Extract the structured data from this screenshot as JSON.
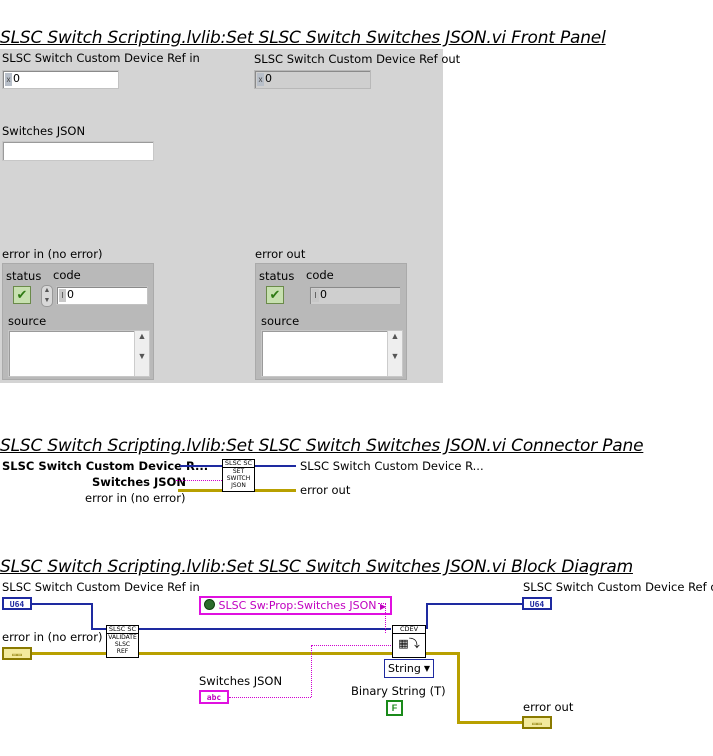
{
  "front_panel": {
    "heading": "SLSC Switch Scripting.lvlib:Set SLSC Switch Switches JSON.vi Front Panel",
    "ref_in": {
      "label": "SLSC Switch Custom Device Ref in",
      "value": "0",
      "badge": "x"
    },
    "ref_out": {
      "label": "SLSC Switch Custom Device Ref out",
      "value": "0",
      "badge": "x"
    },
    "switches_json": {
      "label": "Switches JSON",
      "value": ""
    },
    "error_in": {
      "label": "error in (no error)",
      "status_label": "status",
      "code_label": "code",
      "code_value": "0",
      "source_label": "source",
      "source_value": "",
      "status_icon": "check-icon"
    },
    "error_out": {
      "label": "error out",
      "status_label": "status",
      "code_label": "code",
      "code_value": "0",
      "source_label": "source",
      "source_value": "",
      "status_icon": "check-icon"
    }
  },
  "connector_pane": {
    "heading": "SLSC Switch Scripting.lvlib:Set SLSC Switch Switches JSON.vi Connector Pane",
    "left_terminals": [
      "SLSC Switch Custom Device R...",
      "Switches JSON",
      "error in (no error)"
    ],
    "right_terminals": [
      "SLSC Switch Custom Device R...",
      "error out"
    ],
    "icon_top": "SLSC SC",
    "icon_lines": [
      "SET",
      "SWITCH",
      "JSON"
    ]
  },
  "block_diagram": {
    "heading": "SLSC Switch Scripting.lvlib:Set SLSC Switch Switches JSON.vi Block Diagram",
    "ref_in_label": "SLSC Switch Custom Device Ref in",
    "ref_in_term": "U64",
    "ref_out_label": "SLSC Switch Custom Device Ref out",
    "ref_out_term": "U64",
    "error_in_label": "error in (no error)",
    "error_out_label": "error out",
    "switches_json_label": "Switches JSON",
    "switches_json_term": "abc",
    "prop_constant": "SLSC Sw:Prop:Switches JSON",
    "validate_icon_top": "SLSC SC",
    "validate_icon_lines": [
      "VALIDATE",
      "SLSC",
      "REF"
    ],
    "cdev_label": "CDEV",
    "string_ring": "String",
    "binary_label": "Binary String (T)",
    "bool_const": "F"
  },
  "colors": {
    "panel_bg": "#d4d4d4",
    "ref_wire": "#1e2aa0",
    "string_wire": "#d000d0",
    "error_wire": "#b8a000",
    "bool_green": "#1a8a1a"
  }
}
